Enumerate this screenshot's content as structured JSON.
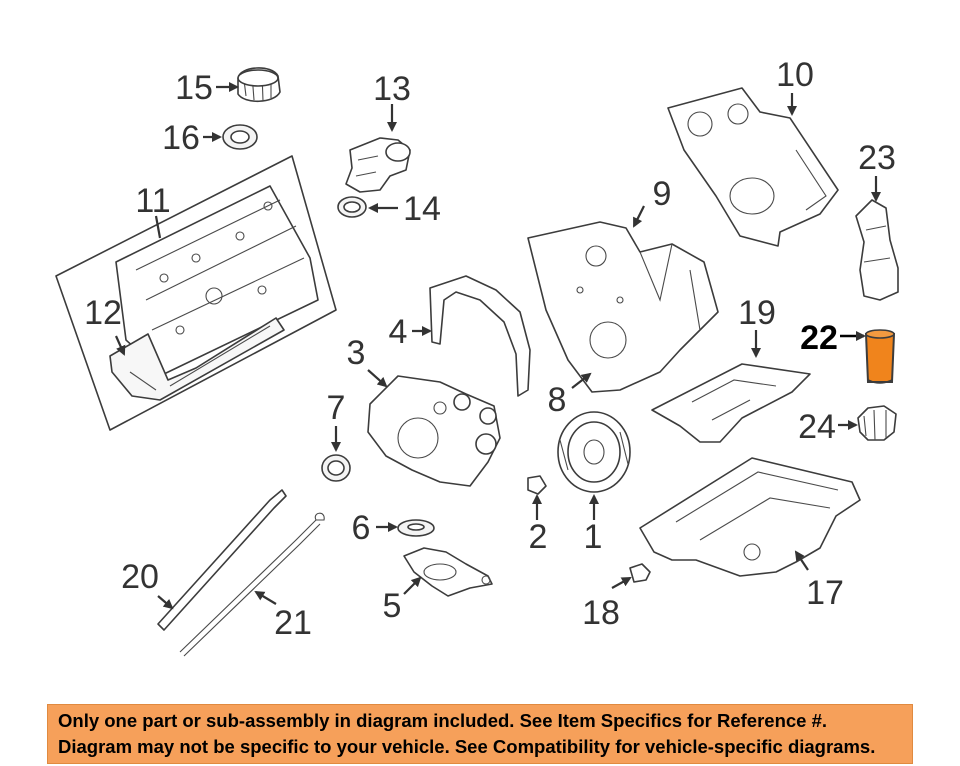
{
  "callouts": {
    "c1": "1",
    "c2": "2",
    "c3": "3",
    "c4": "4",
    "c5": "5",
    "c6": "6",
    "c7": "7",
    "c8": "8",
    "c9": "9",
    "c10": "10",
    "c11": "11",
    "c12": "12",
    "c13": "13",
    "c14": "14",
    "c15": "15",
    "c16": "16",
    "c17": "17",
    "c18": "18",
    "c19": "19",
    "c20": "20",
    "c21": "21",
    "c22": "22",
    "c23": "23",
    "c24": "24"
  },
  "highlighted_part": "22",
  "highlight_color": "#f0841c",
  "disclaimer": {
    "line1": "Only one part or sub-assembly in diagram included. See Item Specifics for Reference #.",
    "line2": "Diagram may not be specific to your vehicle. See Compatibility for vehicle-specific diagrams.",
    "background": "#f6a05a"
  }
}
